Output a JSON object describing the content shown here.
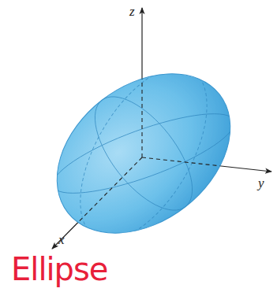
{
  "diagram": {
    "labels": [
      "z",
      "y",
      "x",
      "Ellipse"
    ]
  }
}
